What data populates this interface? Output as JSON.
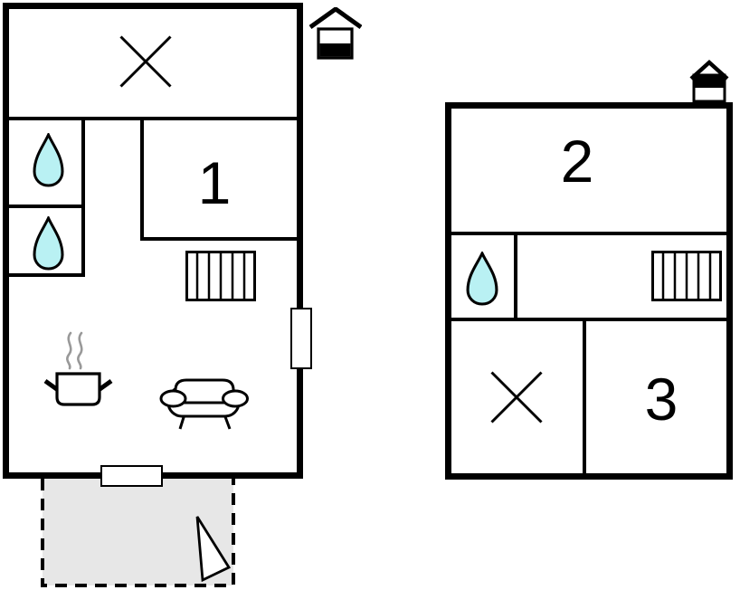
{
  "document": {
    "type": "floor-plan",
    "background": "#ffffff"
  },
  "colors": {
    "walls": "#000000",
    "water_drop": "#b9f1f3",
    "terrace": "#e7e7e7",
    "steam": "#999999"
  },
  "ground_floor": {
    "name": "ground-floor",
    "room_labels": [
      {
        "label": "1"
      }
    ],
    "icons": [
      {
        "name": "cross-mark"
      },
      {
        "name": "water-drop"
      },
      {
        "name": "water-drop"
      },
      {
        "name": "stairs"
      },
      {
        "name": "window"
      },
      {
        "name": "cooking-pot-with-steam"
      },
      {
        "name": "sofa"
      },
      {
        "name": "entrance-door"
      },
      {
        "name": "terrace"
      },
      {
        "name": "direction-triangle"
      },
      {
        "name": "storey-indicator-house-lower"
      }
    ]
  },
  "upper_floor": {
    "name": "upper-floor",
    "room_labels": [
      {
        "label": "2"
      },
      {
        "label": "3"
      }
    ],
    "icons": [
      {
        "name": "water-drop"
      },
      {
        "name": "stairs"
      },
      {
        "name": "cross-mark"
      },
      {
        "name": "storey-indicator-house-upper"
      }
    ]
  }
}
